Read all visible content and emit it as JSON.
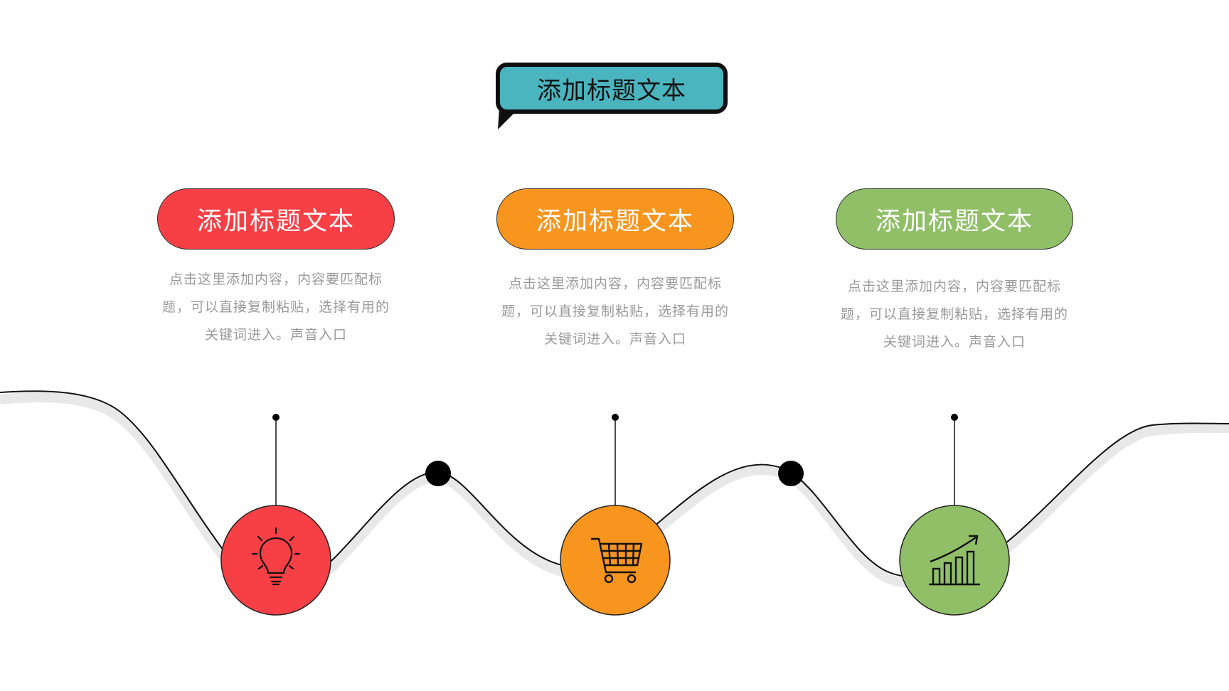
{
  "main_title": "添加标题文本",
  "items": [
    {
      "title": "添加标题文本",
      "description": "点击这里添加内容，内容要匹配标题，可以直接复制粘贴，选择有用的关键词进入。声音入口",
      "icon": "lightbulb-icon",
      "color": "#f74046"
    },
    {
      "title": "添加标题文本",
      "description": "点击这里添加内容，内容要匹配标题，可以直接复制粘贴，选择有用的关键词进入。声音入口",
      "icon": "shopping-cart-icon",
      "color": "#f7951f"
    },
    {
      "title": "添加标题文本",
      "description": "点击这里添加内容，内容要匹配标题，可以直接复制粘贴，选择有用的关键词进入。声音入口",
      "icon": "growth-chart-icon",
      "color": "#90bf68"
    }
  ],
  "colors": {
    "title_bg": "#4ab5bf",
    "line": "#111111",
    "shadow": "#e8e8e8",
    "text_gray": "#9a9a9a"
  }
}
